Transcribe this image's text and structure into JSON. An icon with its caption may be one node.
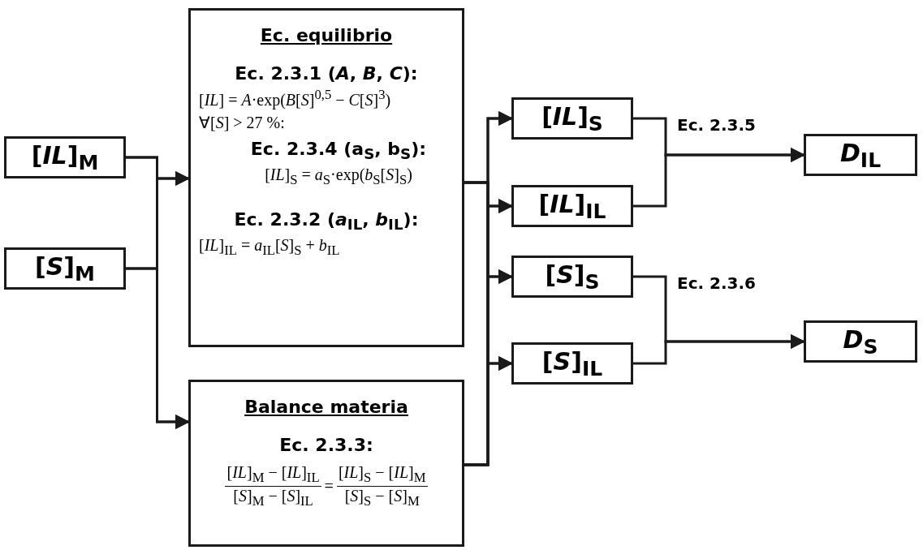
{
  "diagram": {
    "nodes": [
      {
        "text": [
          "[*IL*]$_{M}$"
        ]
      },
      {
        "text": [
          "[*S*]$_{M}$"
        ]
      },
      {
        "text": [
          "Ec. equilibrio",
          "Ec. 2.3.1 (*A*, *B*, *C*):",
          "[*IL*] = *A*·exp(*B*[*S*]$^{0,5}$ − *C*[*S*]$^{3}$)",
          "∀[*S*] > 27 %:",
          "Ec. 2.3.4 (a$_{S}$, b$_{S}$):",
          "[*IL*]$_{S}$ = *a*$_{S}$·exp(*b*$_{S}$[*S*]$_{S}$)",
          "Ec. 2.3.2 (*a*$_{IL}$, *b*$_{IL}$):",
          "[*IL*]$_{IL}$ = *a*$_{IL}$[*S*]$_{S}$ + *b*$_{IL}$"
        ]
      },
      {
        "text": [
          "Balance materia",
          "Ec. 2.3.3:",
          "[*IL*]$_{M}$ − [*IL*]$_{IL}$",
          "[*S*]$_{M}$ − [*S*]$_{IL}$",
          "=",
          "[*IL*]$_{S}$ − [*IL*]$_{M}$",
          "[*S*]$_{S}$ − [*S*]$_{M}$"
        ]
      },
      {
        "text": [
          "[*IL*]$_{S}$"
        ]
      },
      {
        "text": [
          "[*IL*]$_{IL}$"
        ]
      },
      {
        "text": [
          "[*S*]$_{S}$"
        ]
      },
      {
        "text": [
          "[*S*]$_{IL}$"
        ]
      },
      {
        "text": [
          "*D*$_{IL}$"
        ]
      },
      {
        "text": [
          "*D*$_{S}$"
        ]
      }
    ],
    "edges": [
      {
        "from": 0,
        "to": 2,
        "arrow": "to"
      },
      {
        "from": 0,
        "to": 3,
        "arrow": "to"
      },
      {
        "from": 1,
        "to": 2,
        "arrow": "to"
      },
      {
        "from": 1,
        "to": 3,
        "arrow": "to"
      },
      {
        "from": 2,
        "to": 4,
        "arrow": "to"
      },
      {
        "from": 2,
        "to": 5,
        "arrow": "to"
      },
      {
        "from": 2,
        "to": 6,
        "arrow": "to"
      },
      {
        "from": 2,
        "to": 7,
        "arrow": "to"
      },
      {
        "from": 3,
        "to": 4,
        "arrow": "to"
      },
      {
        "from": 3,
        "to": 5,
        "arrow": "to"
      },
      {
        "from": 3,
        "to": 6,
        "arrow": "to"
      },
      {
        "from": 3,
        "to": 7,
        "arrow": "to"
      },
      {
        "from": 4,
        "to": 8,
        "arrow": "to",
        "label": "Ec. 2.3.5"
      },
      {
        "from": 5,
        "to": 8,
        "arrow": "to"
      },
      {
        "from": 6,
        "to": 9,
        "arrow": "to",
        "label": "Ec. 2.3.6"
      },
      {
        "from": 7,
        "to": 9,
        "arrow": "to"
      }
    ]
  }
}
